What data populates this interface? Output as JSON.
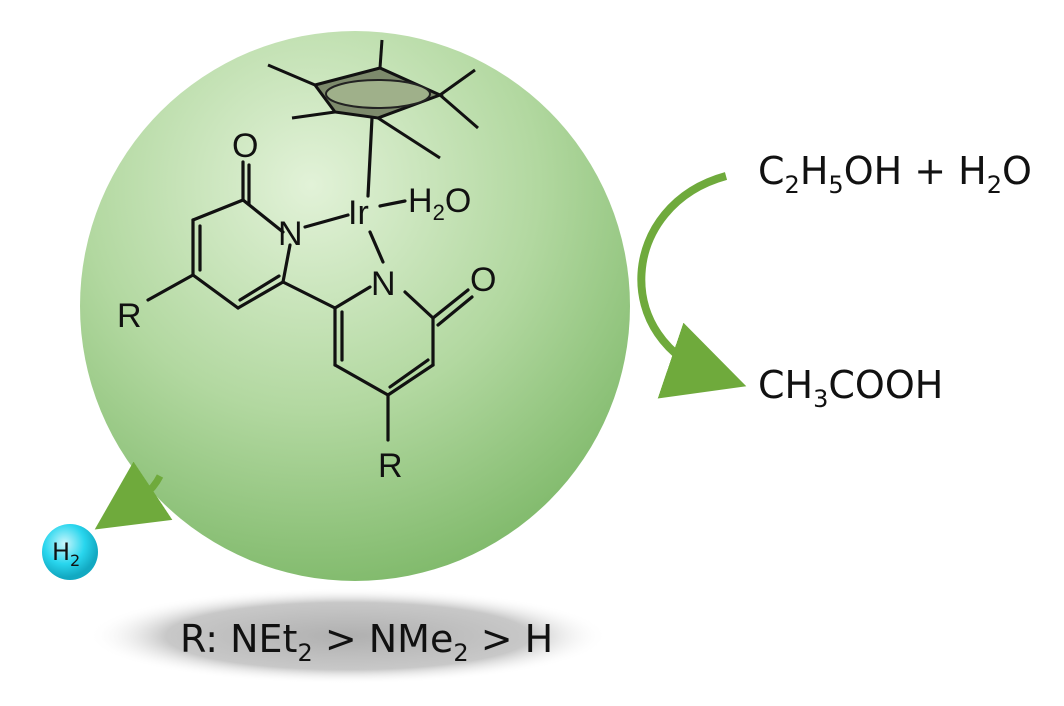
{
  "colors": {
    "sphere_light": "#e2f2d8",
    "sphere_mid": "#b2d8a0",
    "sphere_dark": "#7fb96a",
    "arrow": "#6faa3c",
    "h2_ball": "#29d6ee",
    "shadow": "#b8b8b8",
    "bond": "#111111"
  },
  "catalyst": {
    "atoms": {
      "iridium": "Ir",
      "nitrogen_left": "N",
      "nitrogen_right": "N",
      "oxygen_left": "O",
      "oxygen_right": "O",
      "r_left": "R",
      "r_right": "R"
    },
    "ligand_water": "H",
    "ligand_water_sub": "2",
    "ligand_water_o": "O"
  },
  "reaction": {
    "reactants": {
      "c": "C",
      "c_sub": "2",
      "h": "H",
      "h_sub": "5",
      "oh": "OH + H",
      "h2o_sub": "2",
      "o": "O"
    },
    "product": {
      "ch": "CH",
      "ch_sub": "3",
      "cooh": "COOH"
    }
  },
  "hydrogen": {
    "h": "H",
    "sub": "2"
  },
  "legend": {
    "prefix": "R: NEt",
    "sub1": "2",
    "mid": " > NMe",
    "sub2": "2",
    "suffix": " > H"
  }
}
